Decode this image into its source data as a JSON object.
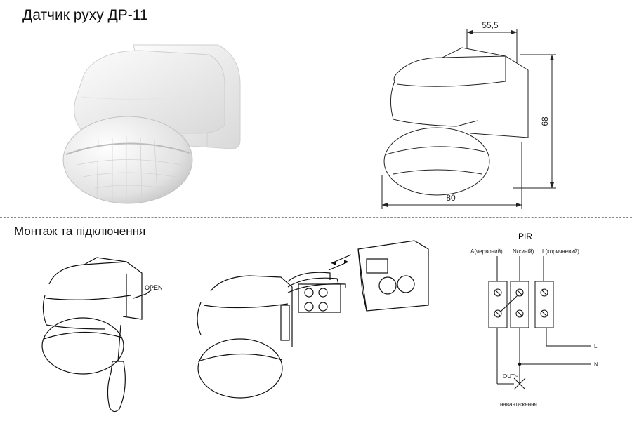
{
  "header": {
    "title": "Датчик руху ДР-11"
  },
  "dimensions": {
    "depth": "55,5",
    "height": "68",
    "width": "80"
  },
  "installation": {
    "section_title": "Монтаж та підключення",
    "open_label": "OPEN"
  },
  "wiring": {
    "title": "PIR",
    "wire_a": "A(червоний)",
    "wire_n": "N(синій)",
    "wire_l": "L(коричневий)",
    "out_label": "OUT~",
    "supply_l": "L",
    "supply_n": "N",
    "load_label": "навантаження"
  }
}
